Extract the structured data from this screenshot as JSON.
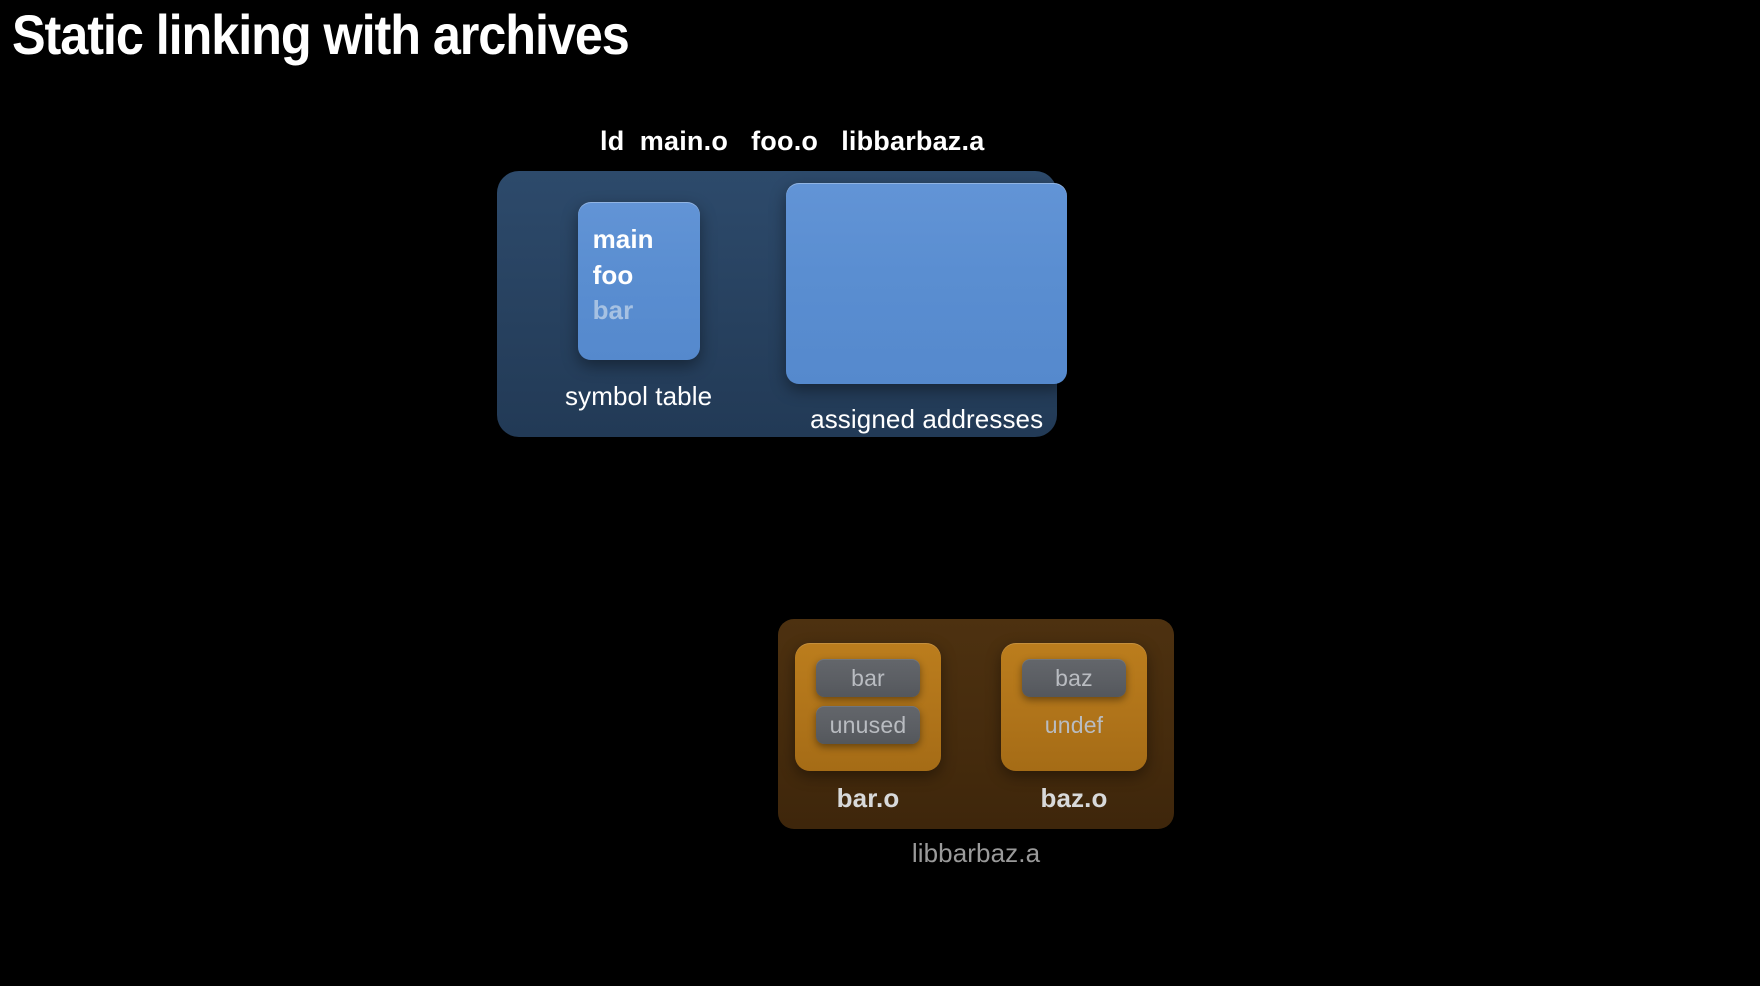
{
  "slide": {
    "title": "Static linking with archives",
    "background_color": "#000000"
  },
  "command": {
    "text": "ld  main.o   foo.o   libbarbaz.a"
  },
  "linker_panel": {
    "panel_color": "#27415f",
    "slab_color": "#5a8ed1",
    "symbol_table": {
      "caption": "symbol table",
      "symbols": [
        {
          "name": "main",
          "state": "defined"
        },
        {
          "name": "foo",
          "state": "defined"
        },
        {
          "name": "bar",
          "state": "undefined"
        }
      ]
    },
    "assigned_addresses": {
      "caption": "assigned addresses",
      "entries": []
    }
  },
  "archive_panel": {
    "caption": "libbarbaz.a",
    "panel_color": "#452b0d",
    "member_color": "#b0741a",
    "chip_color": "#5b5e63",
    "members": [
      {
        "name": "bar.o",
        "symbols": [
          {
            "label": "bar",
            "style": "chip"
          },
          {
            "label": "unused",
            "style": "chip"
          }
        ]
      },
      {
        "name": "baz.o",
        "symbols": [
          {
            "label": "baz",
            "style": "chip"
          },
          {
            "label": "undef",
            "style": "plain"
          }
        ]
      }
    ]
  }
}
